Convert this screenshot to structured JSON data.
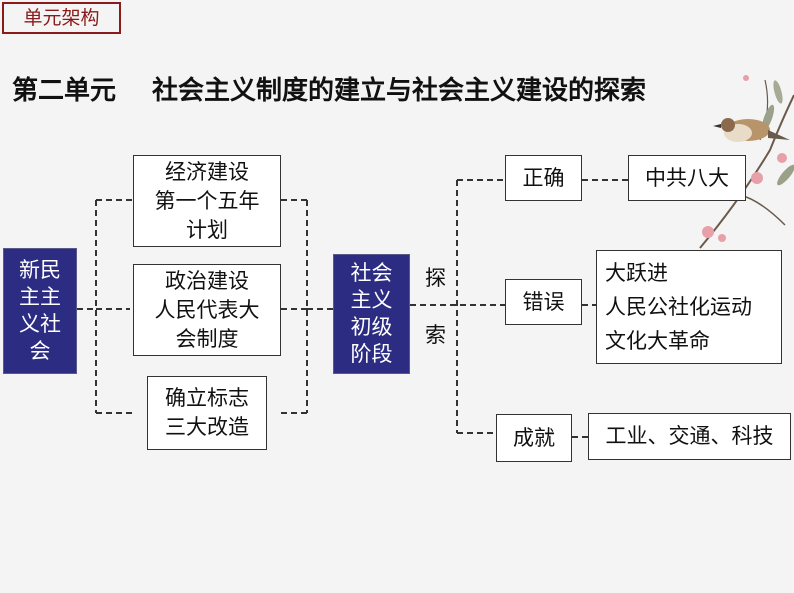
{
  "header_tag": "单元架构",
  "title": {
    "unit": "第二单元",
    "topic": "社会主义制度的建立与社会主义建设的探索"
  },
  "left_node": [
    "新民",
    "主主",
    "义社",
    "会"
  ],
  "middle_boxes": [
    [
      "经济建设",
      "第一个五年",
      "计划"
    ],
    [
      "政治建设",
      "人民代表大",
      "会制度"
    ],
    [
      "确立标志",
      "三大改造"
    ]
  ],
  "center_node": [
    "社会",
    "主义",
    "初级",
    "阶段"
  ],
  "explore_label": [
    "探",
    "索"
  ],
  "branches": [
    {
      "label": "正确",
      "items": [
        "中共八大"
      ]
    },
    {
      "label": "错误",
      "items": [
        "大跃进",
        "人民公社化运动",
        "文化大革命"
      ]
    },
    {
      "label": "成就",
      "items": [
        "工业、交通、科技"
      ]
    }
  ],
  "colors": {
    "accent_red": "#8b1a1a",
    "node_blue": "#2b2c82"
  },
  "decoration_icon": "bird-on-branch-icon"
}
